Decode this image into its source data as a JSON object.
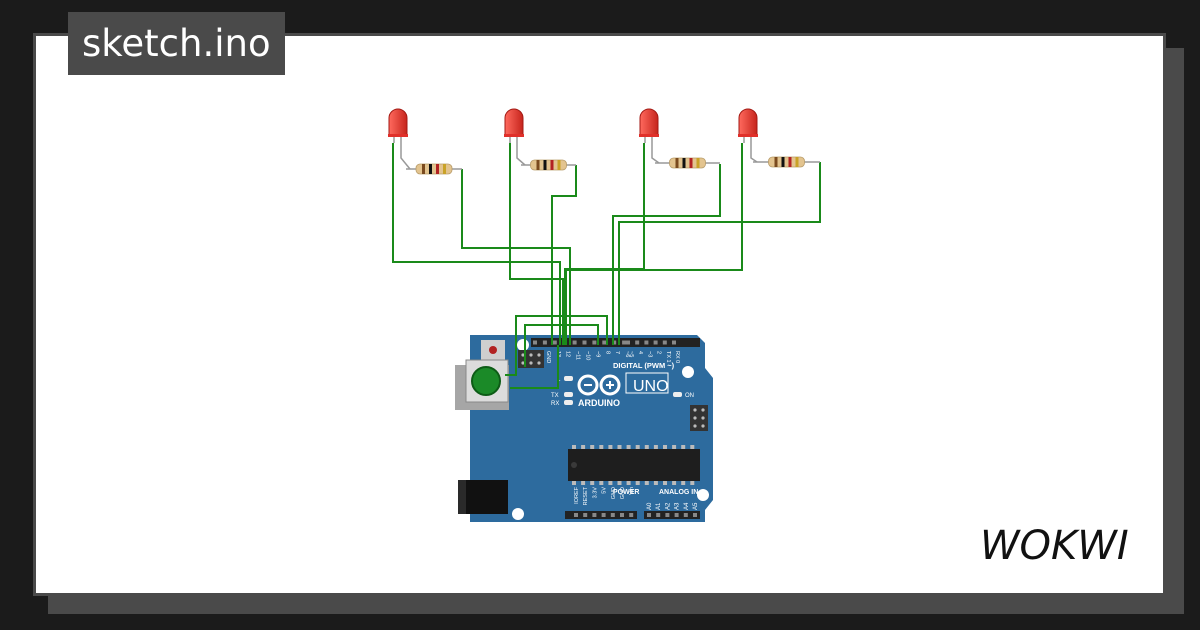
{
  "header": {
    "filename": "sketch.ino"
  },
  "brand": {
    "logo_text": "WOKWI"
  },
  "board": {
    "name": "ARDUINO",
    "model": "UNO",
    "top_header_labels": [
      "AREF",
      "GND",
      "13",
      "12",
      "~11",
      "~10",
      "~9",
      "8",
      "7",
      "~6",
      "~5",
      "4",
      "~3",
      "2",
      "TX 1",
      "RX 0"
    ],
    "digital_label": "DIGITAL (PWM ~)",
    "status_labels": {
      "l": "L",
      "tx": "TX",
      "rx": "RX",
      "on": "ON"
    },
    "power_label": "POWER",
    "analog_label": "ANALOG IN",
    "power_pins": [
      "IOREF",
      "RESET",
      "3.3V",
      "5V",
      "GND",
      "GND",
      "Vin"
    ],
    "analog_pins": [
      "A0",
      "A1",
      "A2",
      "A3",
      "A4",
      "A5"
    ]
  },
  "components": {
    "led_color": "#e0302a",
    "wire_color": "#1a8a1a",
    "board_color": "#2d6b9e"
  }
}
